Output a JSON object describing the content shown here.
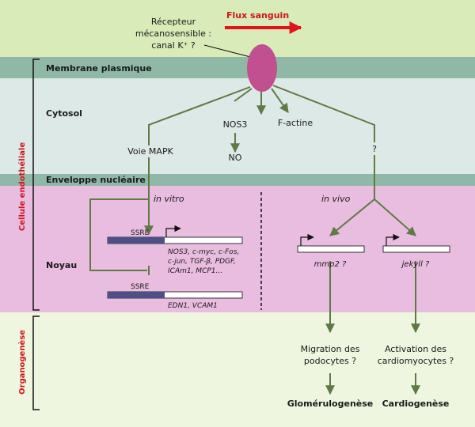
{
  "header": {
    "receptor_line1": "Récepteur",
    "receptor_line2": "mécanosensible :",
    "receptor_line3": "canal K⁺ ?",
    "flow_label": "Flux sanguin"
  },
  "compartments": {
    "membrane": "Membrane plasmique",
    "cytosol": "Cytosol",
    "nuclear_envelope": "Enveloppe nucléaire",
    "nucleus": "Noyau"
  },
  "side_labels": {
    "cell": "Cellule endothéliale",
    "organogenesis": "Organogenèse"
  },
  "pathways": {
    "mapk": "Voie MAPK",
    "nos3": "NOS3",
    "no": "NO",
    "factin": "F-actine",
    "unknown": "?"
  },
  "nucleus": {
    "in_vitro": "in vitro",
    "in_vivo": "in vivo",
    "ssre1": "SSRE",
    "ssre2": "SSRE",
    "genes_up_1": "NOS3, c-myc, c-Fos,",
    "genes_up_2": "c-jun, TGF-β, PDGF,",
    "genes_up_3": "ICAm1, MCP1...",
    "genes_down": "EDN1, VCAM1",
    "mmp2": "mmp2 ?",
    "jekyll": "jekyll ?"
  },
  "outcomes": {
    "migration_1": "Migration des",
    "migration_2": "podocytes ?",
    "activation_1": "Activation des",
    "activation_2": "cardiomyocytes ?",
    "glomerulo": "Glomérulogenèse",
    "cardio": "Cardiogenèse"
  },
  "colors": {
    "top_band": "#d9ebb8",
    "membrane_band": "#8fb9a6",
    "cytosol_band": "#dde9e6",
    "nucleus_band": "#e9bde0",
    "bottom_band": "#eef6df",
    "arrow": "#5f7a45",
    "flow_arrow": "#e0141b",
    "receptor": "#c0508f",
    "promoter": "#4d4f86"
  }
}
